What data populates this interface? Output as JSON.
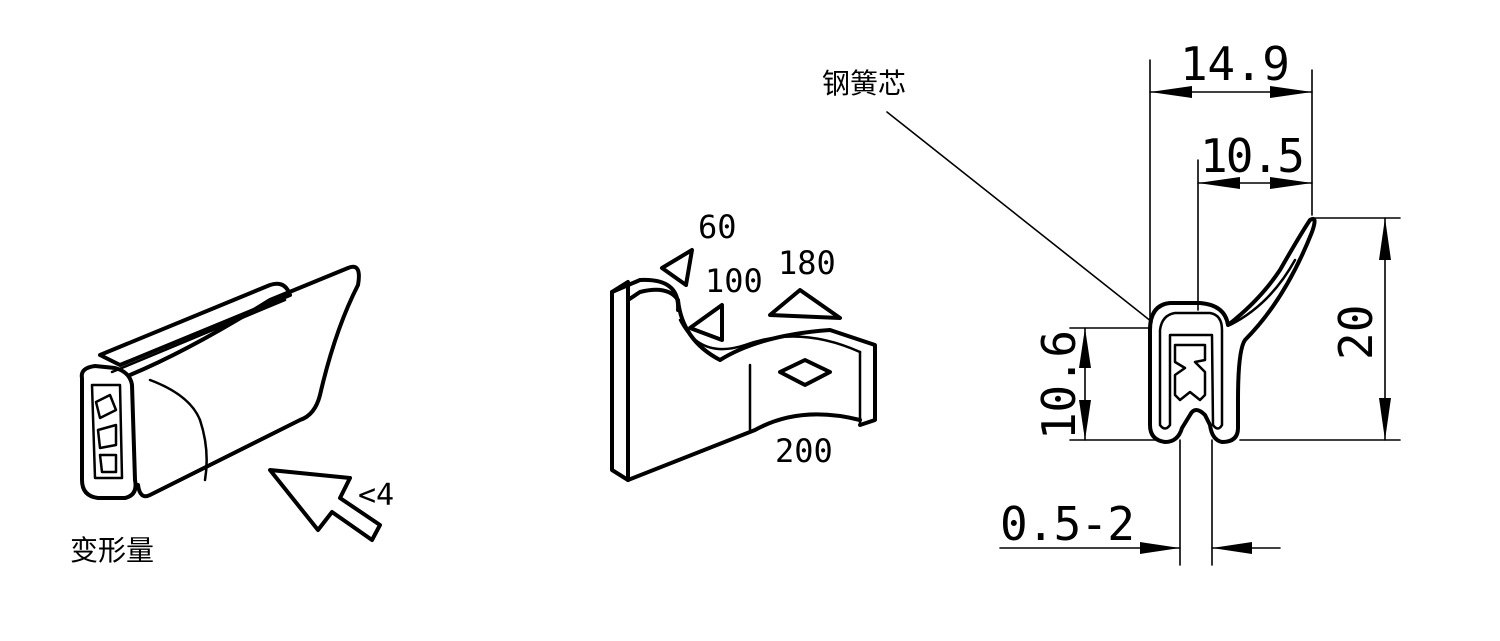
{
  "labels": {
    "deformation": "变形量",
    "steel_core": "钢簧芯",
    "deformation_value": "<4"
  },
  "angles": {
    "a60": "60",
    "a100": "100",
    "a180": "180",
    "a200": "200"
  },
  "dimensions": {
    "total_width": "14.9",
    "inner_width": "10.5",
    "total_height": "20",
    "body_height": "10.6",
    "clamp_range": "0.5-2"
  }
}
